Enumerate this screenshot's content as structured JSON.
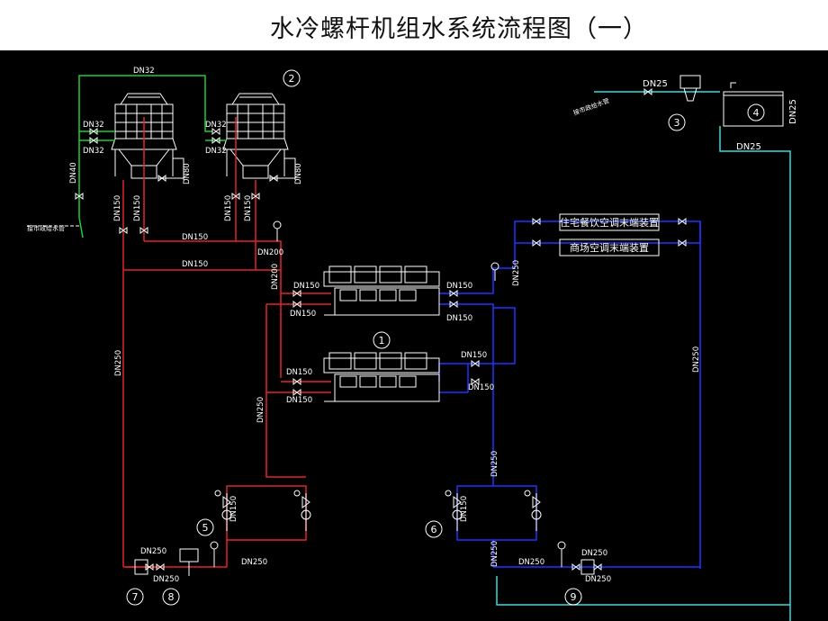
{
  "title": "水冷螺杆机组水系统流程图（一）",
  "colors": {
    "background": "#000000",
    "supply_red": "#e0242c",
    "return_blue": "#2233ff",
    "cooling_green": "#22cc33",
    "makeup_cyan": "#33dddd",
    "equipment_white": "#ffffff"
  },
  "loads": {
    "residential": "住宅餐饮空调末端装置",
    "commercial": "商场空调末端装置"
  },
  "markers": [
    "1",
    "2",
    "3",
    "4",
    "5",
    "6",
    "7",
    "8",
    "9"
  ],
  "pipe_labels": {
    "cw_top": "DN32",
    "tower_dn32_a": "DN32",
    "tower_dn32_b": "DN32",
    "tower_dn32_c": "DN32",
    "tower_dn32_d": "DN32",
    "dn40": "DN40",
    "dn80_a": "DN80",
    "dn80_b": "DN80",
    "tower_out_1a": "DN150",
    "tower_out_1b": "DN150",
    "tower_out_2a": "DN150",
    "tower_out_2b": "DN150",
    "header_1": "DN150",
    "header_2": "DN150",
    "dn200_a": "DN200",
    "dn200_b": "DN200",
    "ch1_cond_in": "DN150",
    "ch1_cond_out": "DN150",
    "ch2_cond_in": "DN150",
    "ch2_cond_out": "DN150",
    "ch1_evap_out": "DN150",
    "ch1_evap_in": "DN150",
    "ch2_evap_out": "DN150",
    "ch2_evap_in": "DN150",
    "left_riser": "DN250",
    "mid_riser": "DN250",
    "load_riser": "DN250",
    "right_return": "DN250",
    "blue_riser": "DN250",
    "blue_bottom": "DN250",
    "pump5_a": "DN150",
    "pump6_a": "DN150",
    "red_bottom": "DN250",
    "dn250_p7_top": "DN250",
    "dn250_p7_bot": "DN250",
    "dn250_p9_top": "DN250",
    "dn250_p9_bot": "DN250",
    "makeup": "DN25",
    "tank_side": "DN25",
    "tank_out": "DN25"
  },
  "annotations": {
    "makeup_left": "接市政给水管",
    "makeup_right": "接市政给水管"
  }
}
